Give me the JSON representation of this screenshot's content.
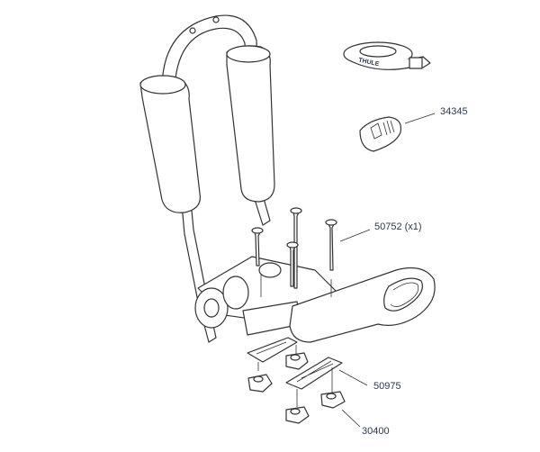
{
  "diagram": {
    "parts": [
      {
        "id": "strap",
        "label": "",
        "strap_text": "THULE"
      },
      {
        "id": "buckle",
        "label": "34345"
      },
      {
        "id": "bolt",
        "label": "50752 (x1)"
      },
      {
        "id": "plate",
        "label": "50975"
      },
      {
        "id": "nut",
        "label": "30400"
      }
    ]
  }
}
